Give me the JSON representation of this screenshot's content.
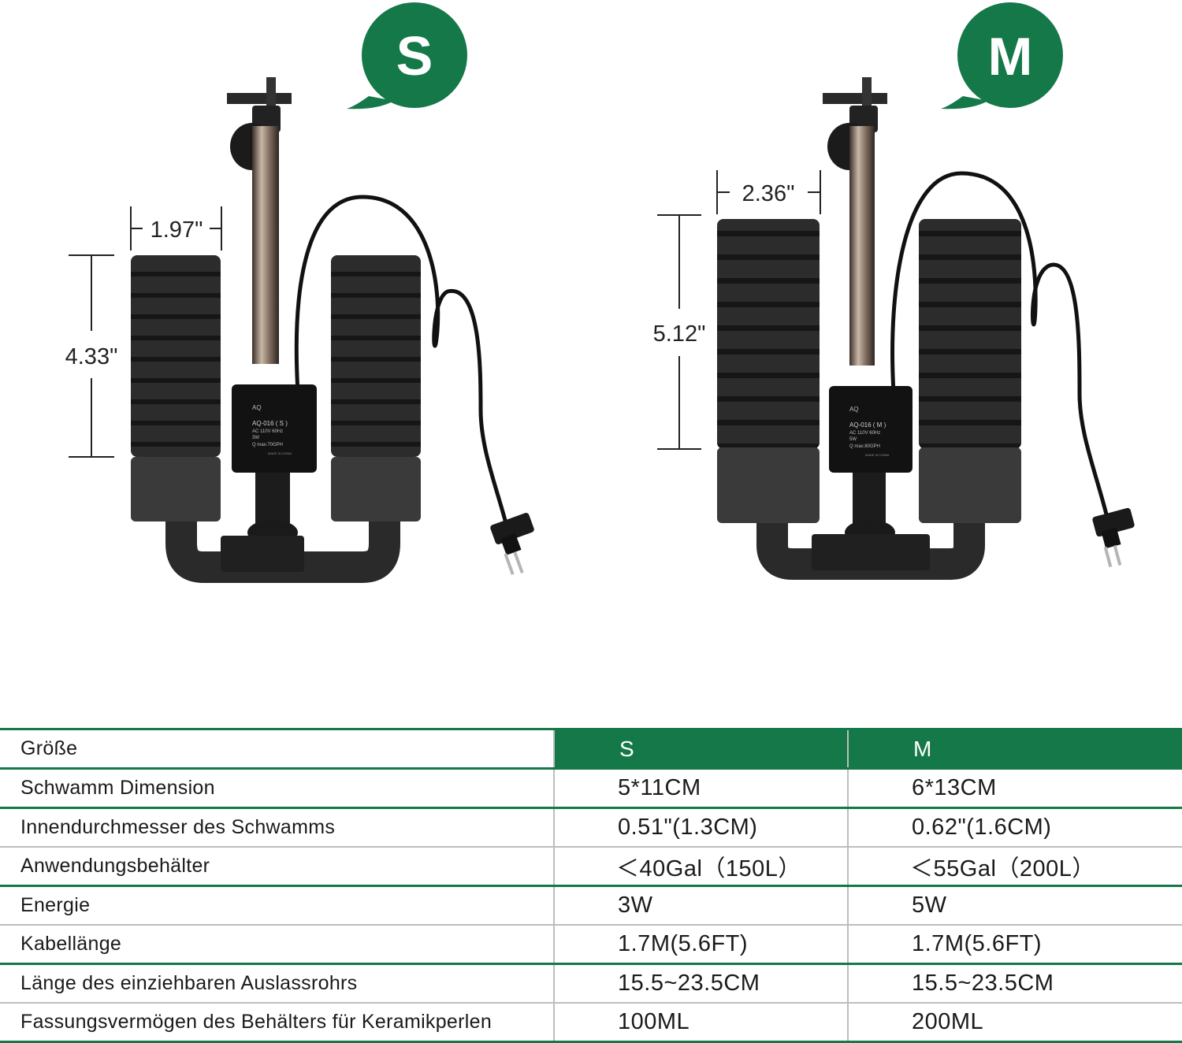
{
  "colors": {
    "brand_green": "#157849",
    "sponge": "#2b2b2b",
    "divider": "#bdbdbd"
  },
  "products": [
    {
      "size_badge": "S",
      "dim_width": "1.97\"",
      "dim_height": "4.33\"",
      "label_lines": [
        "AQ-016 ( S )",
        "AC 110V 60Hz",
        "3W",
        "Q max:70GPH",
        "MADE IN CHINA"
      ]
    },
    {
      "size_badge": "M",
      "dim_width": "2.36\"",
      "dim_height": "5.12\"",
      "label_lines": [
        "AQ-016 ( M )",
        "AC 110V 60Hz",
        "5W",
        "Q max:80GPH",
        "MADE IN CHINA"
      ]
    }
  ],
  "table": {
    "header": {
      "label": "Größe",
      "s": "S",
      "m": "M"
    },
    "rows": [
      {
        "label": "Schwamm Dimension",
        "s": "5*11CM",
        "m": "6*13CM"
      },
      {
        "label": "Innendurchmesser des Schwamms",
        "s": "0.51\"(1.3CM)",
        "m": "0.62\"(1.6CM)"
      },
      {
        "label": "Anwendungsbehälter",
        "s": "＜40Gal（150L）",
        "m": "＜55Gal（200L）"
      },
      {
        "label": "Energie",
        "s": "3W",
        "m": "5W"
      },
      {
        "label": "Kabellänge",
        "s": "1.7M(5.6FT)",
        "m": "1.7M(5.6FT)"
      },
      {
        "label": "Länge des einziehbaren Auslassrohrs",
        "s": "15.5~23.5CM",
        "m": "15.5~23.5CM"
      },
      {
        "label": "Fassungsvermögen des Behälters für Keramikperlen",
        "s": "100ML",
        "m": "200ML"
      }
    ]
  }
}
